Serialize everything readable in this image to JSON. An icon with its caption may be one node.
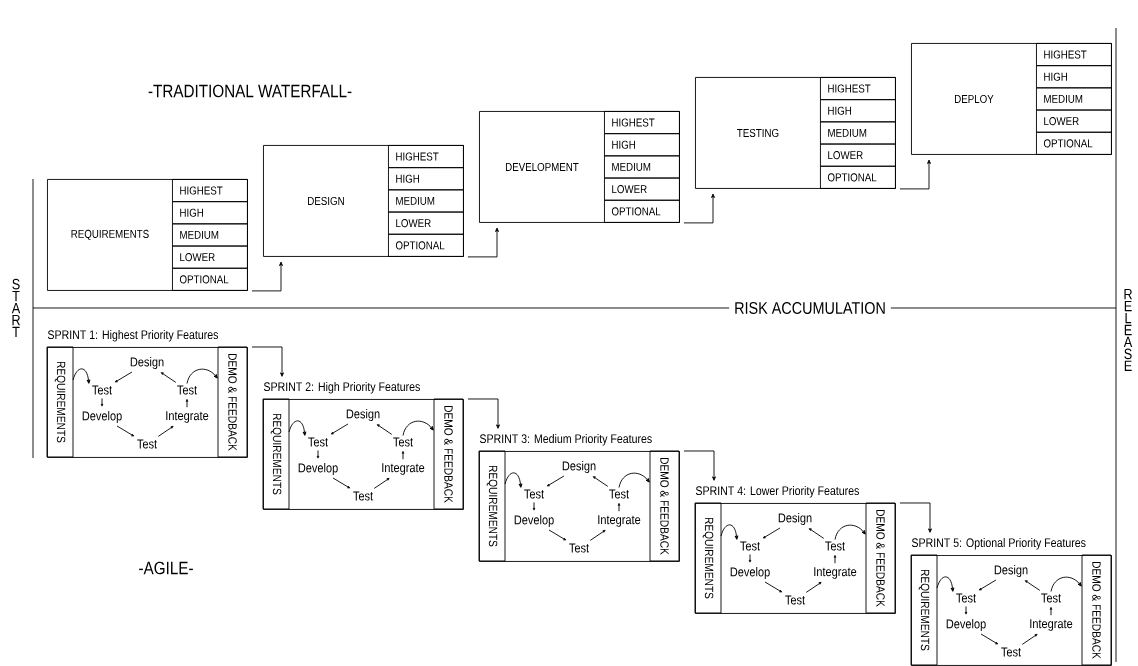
{
  "diagram": {
    "nodes": [
      {
        "text": [
          "REQUIREMENTS"
        ]
      },
      {
        "text": [
          "HIGHEST"
        ],
        "in": 0
      },
      {
        "text": [
          "HIGH"
        ],
        "in": 0
      },
      {
        "text": [
          "MEDIUM"
        ],
        "in": 0
      },
      {
        "text": [
          "LOWER"
        ],
        "in": 0
      },
      {
        "text": [
          "OPTIONAL"
        ],
        "in": 0
      },
      {
        "text": [
          "DESIGN"
        ]
      },
      {
        "text": [
          "HIGHEST"
        ],
        "in": 6
      },
      {
        "text": [
          "HIGH"
        ],
        "in": 6
      },
      {
        "text": [
          "MEDIUM"
        ],
        "in": 6
      },
      {
        "text": [
          "LOWER"
        ],
        "in": 6
      },
      {
        "text": [
          "OPTIONAL"
        ],
        "in": 6
      },
      {
        "text": [
          "DEVELOPMENT"
        ]
      },
      {
        "text": [
          "HIGHEST"
        ],
        "in": 12
      },
      {
        "text": [
          "HIGH"
        ],
        "in": 12
      },
      {
        "text": [
          "MEDIUM"
        ],
        "in": 12
      },
      {
        "text": [
          "LOWER"
        ],
        "in": 12
      },
      {
        "text": [
          "OPTIONAL"
        ],
        "in": 12
      },
      {
        "text": [
          "TESTING"
        ]
      },
      {
        "text": [
          "HIGHEST"
        ],
        "in": 18
      },
      {
        "text": [
          "HIGH"
        ],
        "in": 18
      },
      {
        "text": [
          "MEDIUM"
        ],
        "in": 18
      },
      {
        "text": [
          "LOWER"
        ],
        "in": 18
      },
      {
        "text": [
          "OPTIONAL"
        ],
        "in": 18
      },
      {
        "text": [
          "DEPLOY"
        ]
      },
      {
        "text": [
          "HIGHEST"
        ],
        "in": 24
      },
      {
        "text": [
          "HIGH"
        ],
        "in": 24
      },
      {
        "text": [
          "MEDIUM"
        ],
        "in": 24
      },
      {
        "text": [
          "LOWER"
        ],
        "in": 24
      },
      {
        "text": [
          "OPTIONAL"
        ],
        "in": 24
      },
      {
        "text": [
          "SPRINT 1: Highest Priority Features"
        ]
      },
      {
        "text": [
          "REQUIREMENTS"
        ],
        "in": 30
      },
      {
        "text": [
          "Design"
        ],
        "in": 30
      },
      {
        "text": [
          "Test"
        ],
        "in": 30
      },
      {
        "text": [
          "Test"
        ],
        "in": 30
      },
      {
        "text": [
          "Develop"
        ],
        "in": 30
      },
      {
        "text": [
          "Integrate"
        ],
        "in": 30
      },
      {
        "text": [
          "Test"
        ],
        "in": 30
      },
      {
        "text": [
          "DEMO & FEEDBACK"
        ],
        "in": 30
      },
      {
        "text": [
          "SPRINT 2: High Priority Features"
        ]
      },
      {
        "text": [
          "REQUIREMENTS"
        ],
        "in": 39
      },
      {
        "text": [
          "Design"
        ],
        "in": 39
      },
      {
        "text": [
          "Test"
        ],
        "in": 39
      },
      {
        "text": [
          "Test"
        ],
        "in": 39
      },
      {
        "text": [
          "Develop"
        ],
        "in": 39
      },
      {
        "text": [
          "Integrate"
        ],
        "in": 39
      },
      {
        "text": [
          "Test"
        ],
        "in": 39
      },
      {
        "text": [
          "DEMO & FEEDBACK"
        ],
        "in": 39
      },
      {
        "text": [
          "SPRINT 3: Medium Priority Features"
        ]
      },
      {
        "text": [
          "REQUIREMENTS"
        ],
        "in": 48
      },
      {
        "text": [
          "Design"
        ],
        "in": 48
      },
      {
        "text": [
          "Test"
        ],
        "in": 48
      },
      {
        "text": [
          "Test"
        ],
        "in": 48
      },
      {
        "text": [
          "Develop"
        ],
        "in": 48
      },
      {
        "text": [
          "Integrate"
        ],
        "in": 48
      },
      {
        "text": [
          "Test"
        ],
        "in": 48
      },
      {
        "text": [
          "DEMO & FEEDBACK"
        ],
        "in": 48
      },
      {
        "text": [
          "SPRINT 4: Lower Priority Features"
        ]
      },
      {
        "text": [
          "REQUIREMENTS"
        ],
        "in": 57
      },
      {
        "text": [
          "Design"
        ],
        "in": 57
      },
      {
        "text": [
          "Test"
        ],
        "in": 57
      },
      {
        "text": [
          "Test"
        ],
        "in": 57
      },
      {
        "text": [
          "Develop"
        ],
        "in": 57
      },
      {
        "text": [
          "Integrate"
        ],
        "in": 57
      },
      {
        "text": [
          "Test"
        ],
        "in": 57
      },
      {
        "text": [
          "DEMO & FEEDBACK"
        ],
        "in": 57
      },
      {
        "text": [
          "SPRINT 5: Optional Priority Features"
        ]
      },
      {
        "text": [
          "REQUIREMENTS"
        ],
        "in": 66
      },
      {
        "text": [
          "Design"
        ],
        "in": 66
      },
      {
        "text": [
          "Test"
        ],
        "in": 66
      },
      {
        "text": [
          "Test"
        ],
        "in": 66
      },
      {
        "text": [
          "Develop"
        ],
        "in": 66
      },
      {
        "text": [
          "Integrate"
        ],
        "in": 66
      },
      {
        "text": [
          "Test"
        ],
        "in": 66
      },
      {
        "text": [
          "DEMO & FEEDBACK"
        ],
        "in": 66
      }
    ],
    "edges": [
      {
        "from": 0,
        "to": 6,
        "arrow": "to"
      },
      {
        "from": 6,
        "to": 12,
        "arrow": "to"
      },
      {
        "from": 12,
        "to": 18,
        "arrow": "to"
      },
      {
        "from": 18,
        "to": 24,
        "arrow": "to"
      },
      {
        "from": 30,
        "to": 39,
        "arrow": "to"
      },
      {
        "from": 39,
        "to": 48,
        "arrow": "to"
      },
      {
        "from": 48,
        "to": 57,
        "arrow": "to"
      },
      {
        "from": 57,
        "to": 66,
        "arrow": "to"
      },
      {
        "from": 31,
        "to": 33,
        "arrow": "to"
      },
      {
        "from": 32,
        "to": 33,
        "arrow": "to"
      },
      {
        "from": 33,
        "to": 35,
        "arrow": "to"
      },
      {
        "from": 35,
        "to": 37,
        "arrow": "to"
      },
      {
        "from": 37,
        "to": 36,
        "arrow": "to"
      },
      {
        "from": 36,
        "to": 34,
        "arrow": "to"
      },
      {
        "from": 34,
        "to": 32,
        "arrow": "to"
      },
      {
        "from": 34,
        "to": 38,
        "arrow": "to"
      },
      {
        "from": 40,
        "to": 42,
        "arrow": "to"
      },
      {
        "from": 41,
        "to": 42,
        "arrow": "to"
      },
      {
        "from": 42,
        "to": 44,
        "arrow": "to"
      },
      {
        "from": 44,
        "to": 46,
        "arrow": "to"
      },
      {
        "from": 46,
        "to": 45,
        "arrow": "to"
      },
      {
        "from": 45,
        "to": 43,
        "arrow": "to"
      },
      {
        "from": 43,
        "to": 41,
        "arrow": "to"
      },
      {
        "from": 43,
        "to": 47,
        "arrow": "to"
      },
      {
        "from": 49,
        "to": 51,
        "arrow": "to"
      },
      {
        "from": 50,
        "to": 51,
        "arrow": "to"
      },
      {
        "from": 51,
        "to": 53,
        "arrow": "to"
      },
      {
        "from": 53,
        "to": 55,
        "arrow": "to"
      },
      {
        "from": 55,
        "to": 54,
        "arrow": "to"
      },
      {
        "from": 54,
        "to": 52,
        "arrow": "to"
      },
      {
        "from": 52,
        "to": 50,
        "arrow": "to"
      },
      {
        "from": 52,
        "to": 56,
        "arrow": "to"
      },
      {
        "from": 58,
        "to": 60,
        "arrow": "to"
      },
      {
        "from": 59,
        "to": 60,
        "arrow": "to"
      },
      {
        "from": 60,
        "to": 62,
        "arrow": "to"
      },
      {
        "from": 62,
        "to": 64,
        "arrow": "to"
      },
      {
        "from": 64,
        "to": 63,
        "arrow": "to"
      },
      {
        "from": 63,
        "to": 61,
        "arrow": "to"
      },
      {
        "from": 61,
        "to": 59,
        "arrow": "to"
      },
      {
        "from": 61,
        "to": 65,
        "arrow": "to"
      },
      {
        "from": 67,
        "to": 69,
        "arrow": "to"
      },
      {
        "from": 68,
        "to": 69,
        "arrow": "to"
      },
      {
        "from": 69,
        "to": 71,
        "arrow": "to"
      },
      {
        "from": 71,
        "to": 73,
        "arrow": "to"
      },
      {
        "from": 73,
        "to": 72,
        "arrow": "to"
      },
      {
        "from": 72,
        "to": 70,
        "arrow": "to"
      },
      {
        "from": 70,
        "to": 68,
        "arrow": "to"
      },
      {
        "from": 70,
        "to": 74,
        "arrow": "to"
      }
    ],
    "labels": [
      "-TRADITIONAL WATERFALL-",
      "START",
      "RISK ACCUMULATION",
      "RELEASE",
      "-AGILE-"
    ]
  }
}
